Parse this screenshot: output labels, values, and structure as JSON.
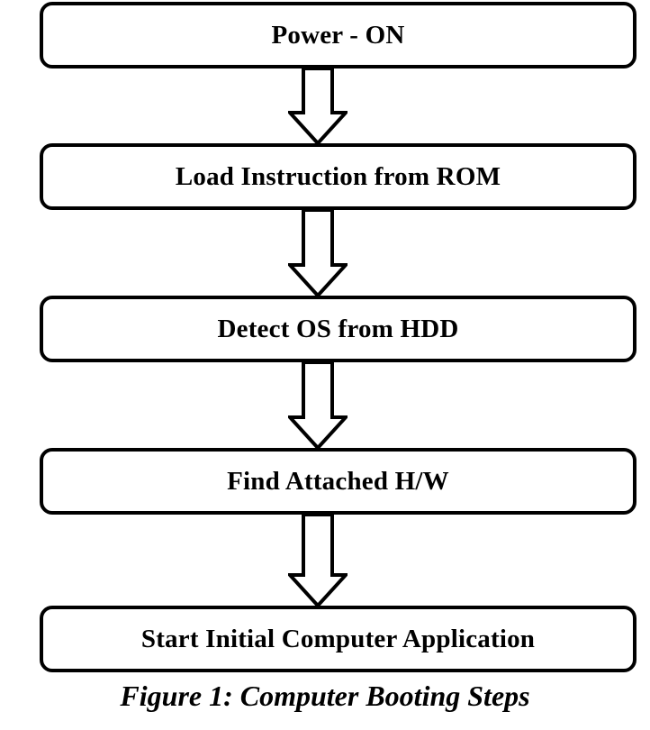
{
  "figure": {
    "caption": "Figure 1: Computer Booting Steps",
    "title_text": "Computer Booting Steps",
    "figure_number": "Figure 1",
    "background_color": "#ffffff",
    "stroke_color": "#000000"
  },
  "diagram": {
    "type": "flowchart",
    "orientation": "top-to-bottom",
    "node_shape": "rounded-rectangle",
    "connector_shape": "block-arrow-down",
    "steps": [
      {
        "index": 1,
        "label": "Power - ON"
      },
      {
        "index": 2,
        "label": "Load Instruction from ROM"
      },
      {
        "index": 3,
        "label": "Detect OS from HDD"
      },
      {
        "index": 4,
        "label": "Find Attached H/W"
      },
      {
        "index": 5,
        "label": "Start Initial Computer Application"
      }
    ],
    "connectors": [
      {
        "index": 1,
        "from": "Power - ON",
        "to": "Load Instruction from ROM"
      },
      {
        "index": 2,
        "from": "Load Instruction from ROM",
        "to": "Detect OS from HDD"
      },
      {
        "index": 3,
        "from": "Detect OS from HDD",
        "to": "Find Attached H/W"
      },
      {
        "index": 4,
        "from": "Find Attached H/W",
        "to": "Start Initial Computer Application"
      }
    ]
  }
}
